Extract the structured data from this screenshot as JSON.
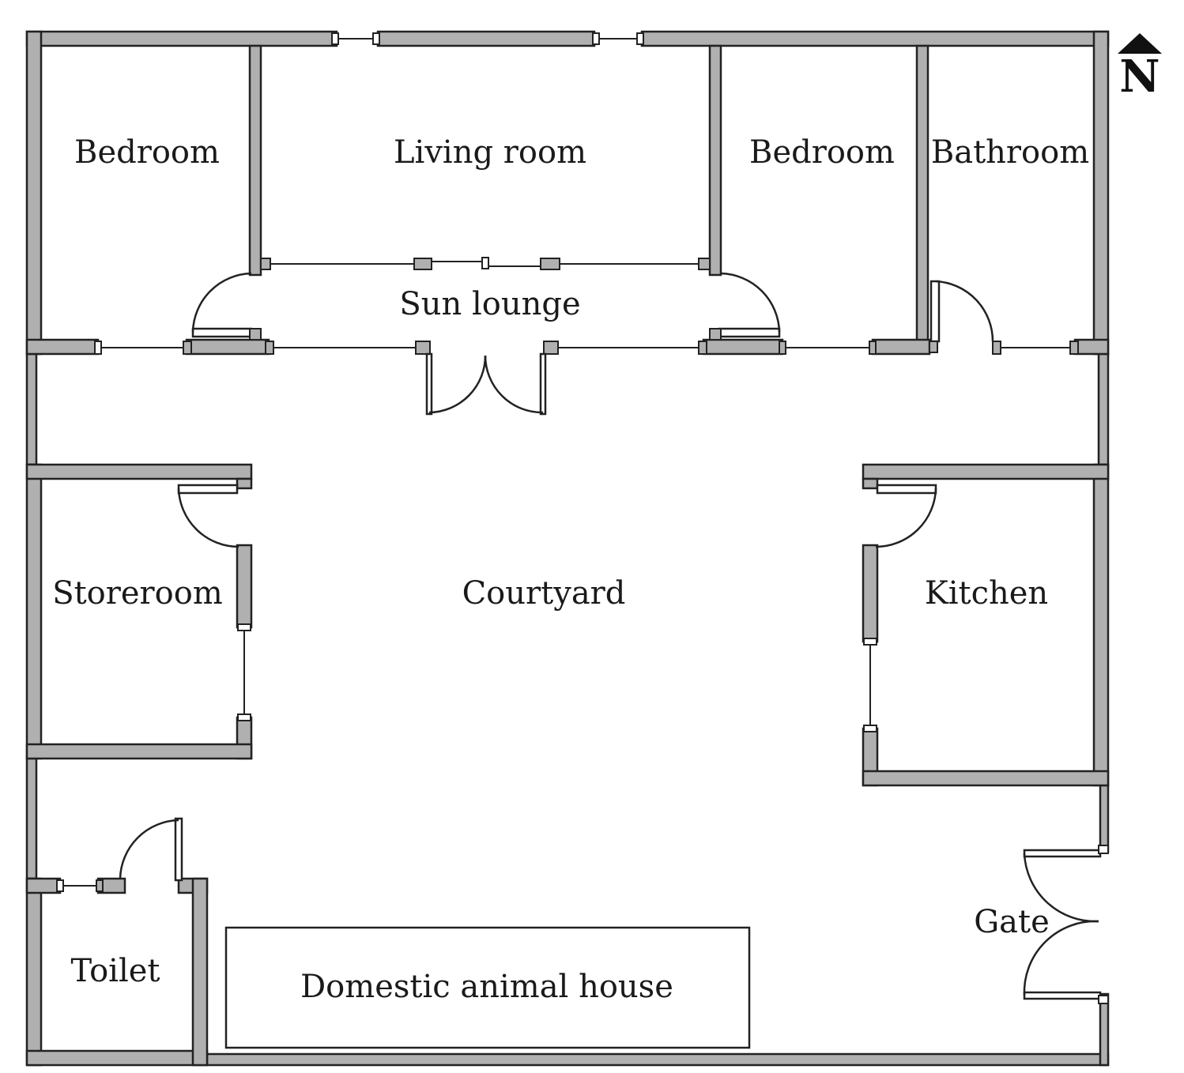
{
  "rooms": {
    "bedroom_west": "Bedroom",
    "living_room": "Living room",
    "bedroom_east": "Bedroom",
    "bathroom": "Bathroom",
    "sun_lounge": "Sun lounge",
    "storeroom": "Storeroom",
    "courtyard": "Courtyard",
    "kitchen": "Kitchen",
    "gate": "Gate",
    "toilet": "Toilet",
    "domestic_animal_house": "Domestic animal house"
  },
  "compass": {
    "label": "N",
    "icon": "north-arrow-icon"
  },
  "colors": {
    "wall_fill": "#b0b0b0",
    "line": "#222222",
    "background": "#ffffff"
  }
}
